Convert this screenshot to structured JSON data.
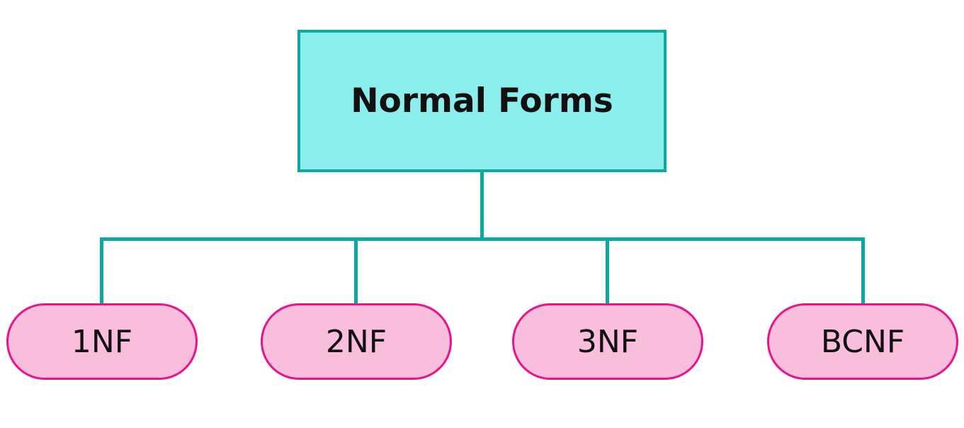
{
  "diagram": {
    "title": "Normal Forms",
    "root": {
      "label": "Normal Forms"
    },
    "children": [
      {
        "label": "1NF"
      },
      {
        "label": "2NF"
      },
      {
        "label": "3NF"
      },
      {
        "label": "BCNF"
      }
    ],
    "colors": {
      "line_color": "#0ca9a1",
      "root_fill": "#8ceeec",
      "child_fill": "#f9bedb",
      "child_border": "#e9148b",
      "text_color": "#111111"
    }
  }
}
